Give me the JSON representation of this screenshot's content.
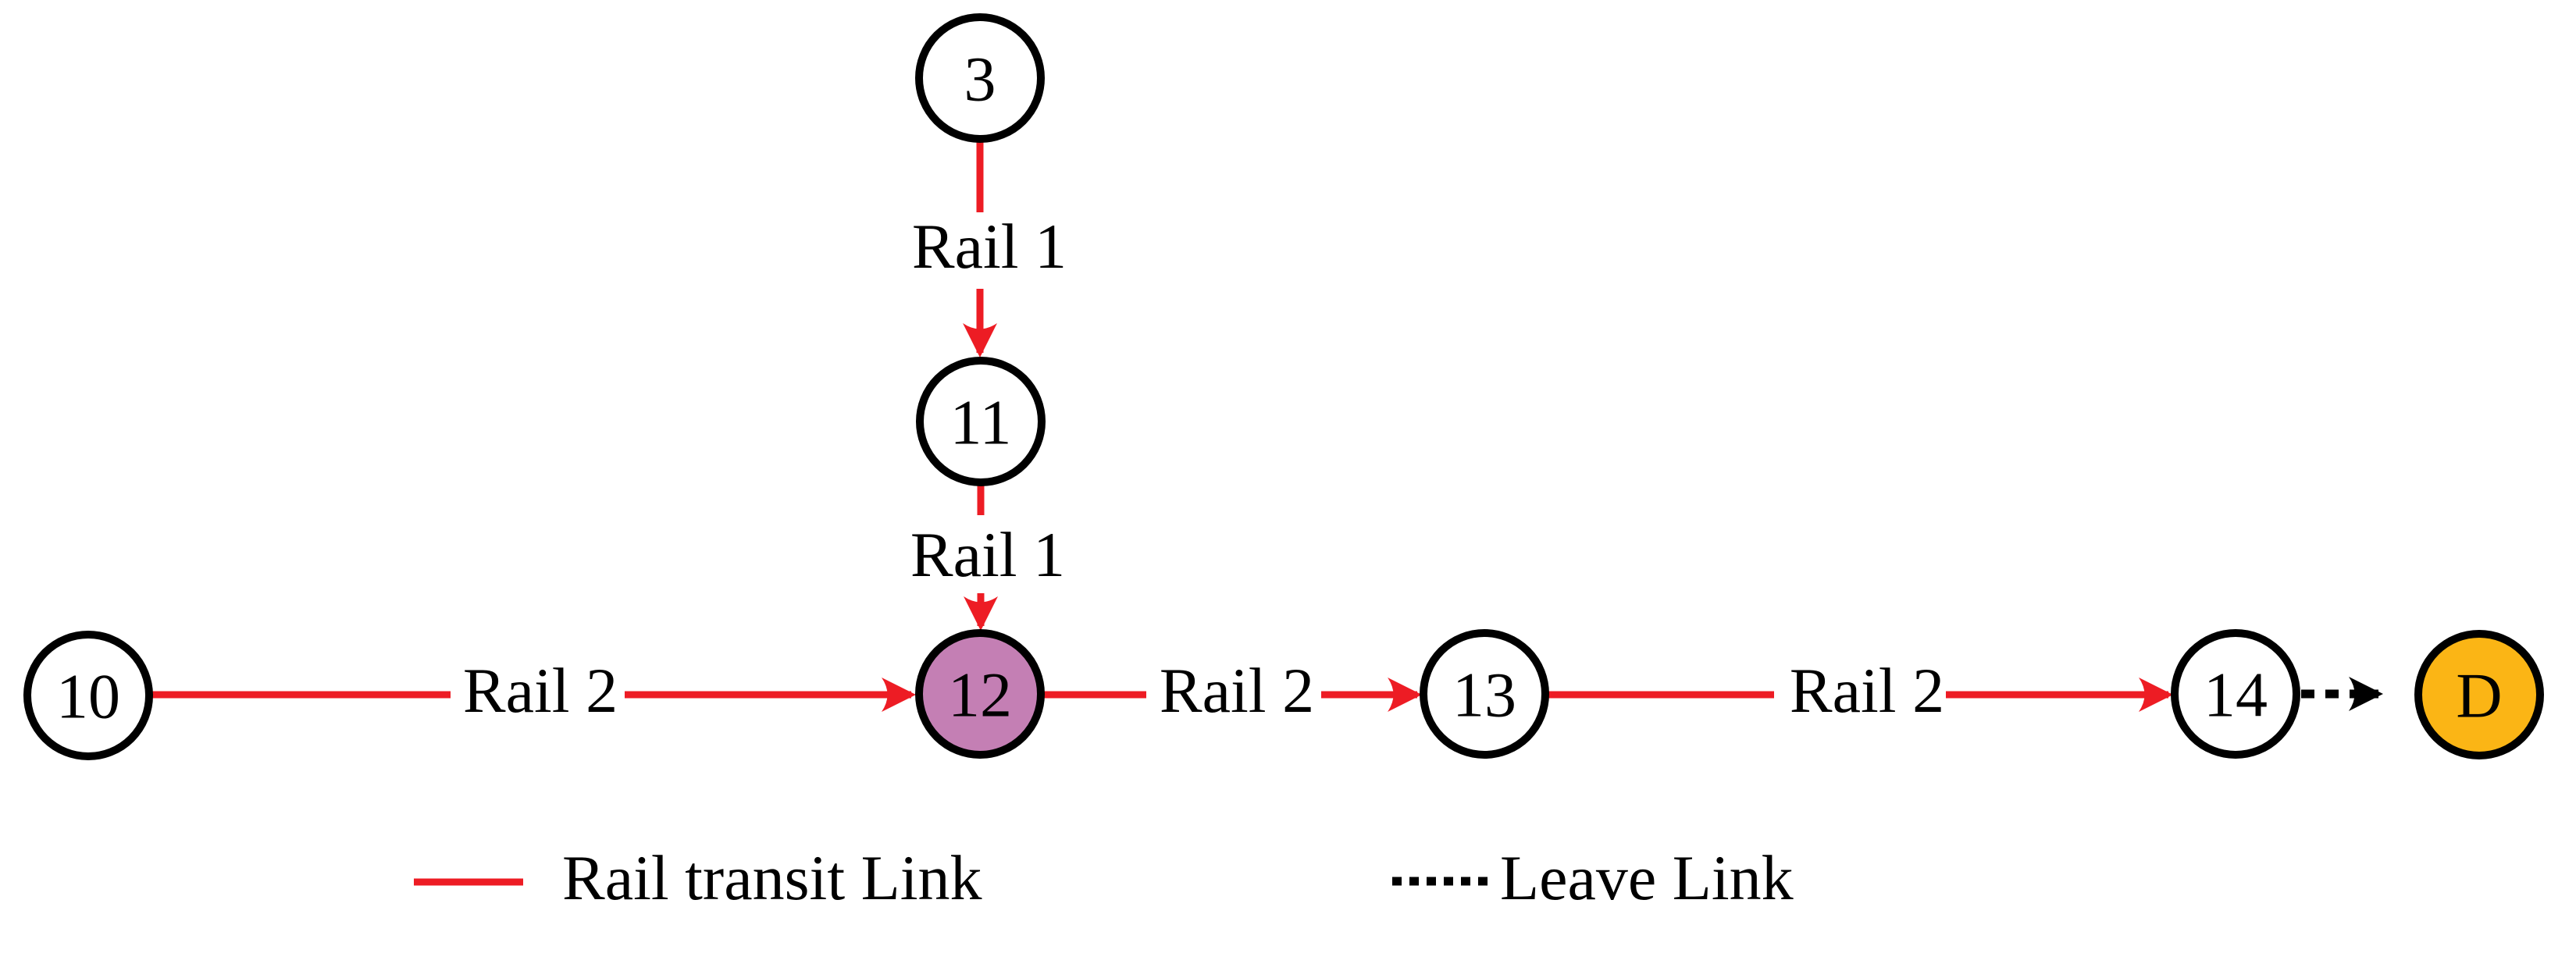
{
  "diagram": {
    "nodes": {
      "n3": {
        "label": "3",
        "fill": "#FFFFFF"
      },
      "n11": {
        "label": "11",
        "fill": "#FFFFFF"
      },
      "n10": {
        "label": "10",
        "fill": "#FFFFFF"
      },
      "n12": {
        "label": "12",
        "fill": "#C47FB4"
      },
      "n13": {
        "label": "13",
        "fill": "#FFFFFF"
      },
      "n14": {
        "label": "14",
        "fill": "#FFFFFF"
      },
      "nD": {
        "label": "D",
        "fill": "#FBB515"
      }
    },
    "edges": {
      "e3_11": {
        "from": "3",
        "to": "11",
        "label": "Rail 1",
        "type": "rail"
      },
      "e11_12": {
        "from": "11",
        "to": "12",
        "label": "Rail 1",
        "type": "rail"
      },
      "e10_12": {
        "from": "10",
        "to": "12",
        "label": "Rail 2",
        "type": "rail"
      },
      "e12_13": {
        "from": "12",
        "to": "13",
        "label": "Rail 2",
        "type": "rail"
      },
      "e13_14": {
        "from": "13",
        "to": "14",
        "label": "Rail 2",
        "type": "rail"
      },
      "e14_D": {
        "from": "14",
        "to": "D",
        "label": "",
        "type": "leave"
      }
    },
    "colors": {
      "rail_link": "#ED1C24",
      "leave_link": "#000000",
      "node_stroke": "#000000",
      "node_12_fill": "#C47FB4",
      "node_D_fill": "#FBB515",
      "node_default_fill": "#FFFFFF"
    }
  },
  "legend": {
    "items": [
      {
        "label": "Rail transit Link",
        "swatch": "rail-solid-red-line"
      },
      {
        "label": "Leave Link",
        "swatch": "leave-dotted-black-line"
      }
    ]
  }
}
